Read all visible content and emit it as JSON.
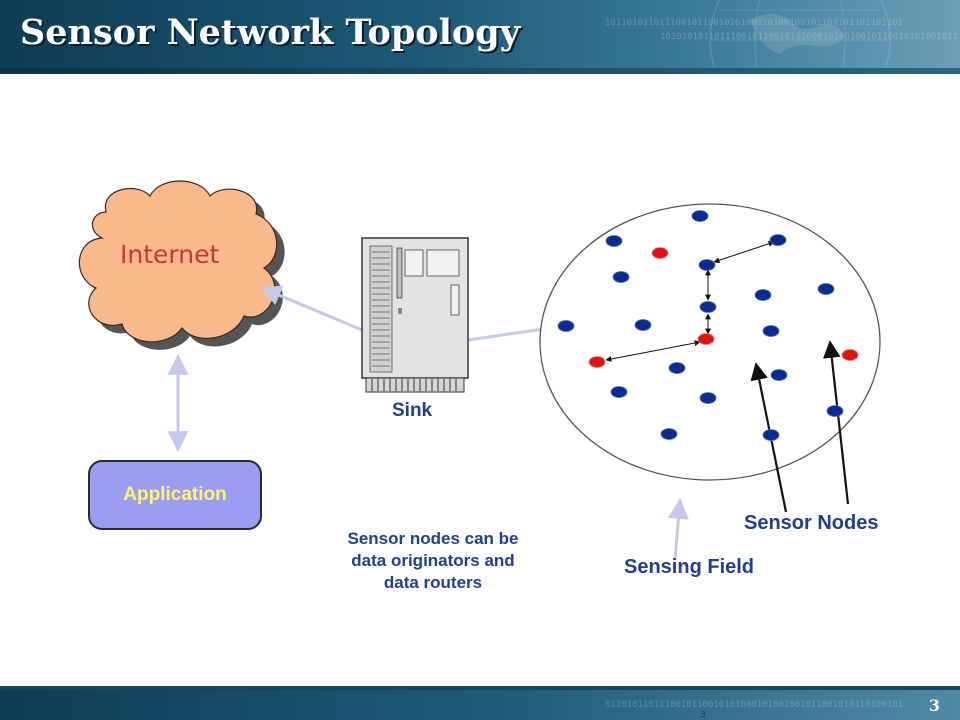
{
  "slide": {
    "title": "Sensor Network Topology",
    "page_number": "3",
    "page_number_small": "3"
  },
  "decor": {
    "binary_lines": [
      "1011010110111001011001010100010100100101100101101101101",
      "1010101011011100101100101010001010010010110010101001011",
      "0110101101110010110010101000101001001011001010110100101"
    ]
  },
  "diagram": {
    "internet": {
      "label": "Internet",
      "fill": "#f9b98a"
    },
    "sink": {
      "label": "Sink"
    },
    "application": {
      "label": "Application",
      "fill": "#9a9df1",
      "text_color": "#fdf56e"
    },
    "note": {
      "lines": [
        "Sensor nodes can be",
        "data originators and",
        "data routers"
      ]
    },
    "sensing_field": {
      "label": "Sensing Field"
    },
    "sensor_nodes": {
      "label": "Sensor Nodes"
    },
    "colors": {
      "node_blue": "#0a2b8f",
      "node_red": "#e01212",
      "label_blue": "#1f3f94",
      "link_lavender": "#c6c8ec"
    }
  }
}
